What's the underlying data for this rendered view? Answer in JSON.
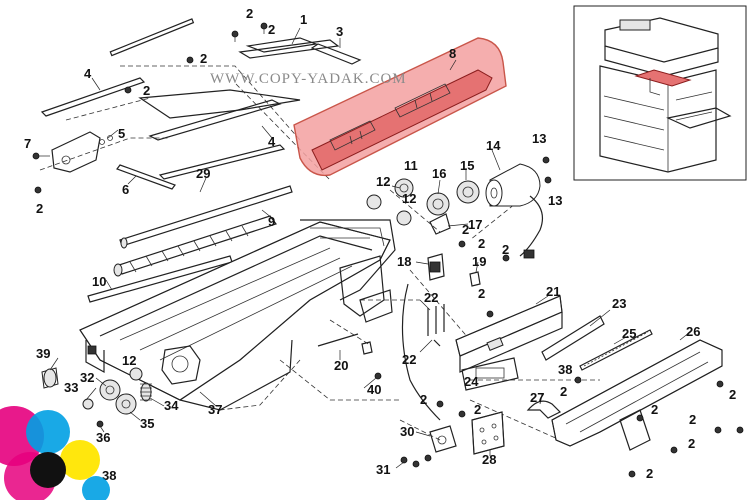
{
  "watermark": "WWW.COPY-YADAK.COM",
  "highlight_color": "#e05555",
  "logo_colors": [
    "#e6007e",
    "#00a0e3",
    "#ffe600",
    "#111111"
  ],
  "callouts": [
    {
      "id": "c1",
      "text": "1"
    },
    {
      "id": "c2a",
      "text": "2"
    },
    {
      "id": "c2b",
      "text": "2"
    },
    {
      "id": "c2c",
      "text": "2"
    },
    {
      "id": "c2d",
      "text": "2"
    },
    {
      "id": "c2e",
      "text": "2"
    },
    {
      "id": "c2f",
      "text": "2"
    },
    {
      "id": "c2g",
      "text": "2"
    },
    {
      "id": "c2h",
      "text": "2"
    },
    {
      "id": "c2i",
      "text": "2"
    },
    {
      "id": "c2j",
      "text": "2"
    },
    {
      "id": "c2k",
      "text": "2"
    },
    {
      "id": "c2l",
      "text": "2"
    },
    {
      "id": "c2m",
      "text": "2"
    },
    {
      "id": "c2n",
      "text": "2"
    },
    {
      "id": "c2o",
      "text": "2"
    },
    {
      "id": "c2p",
      "text": "2"
    },
    {
      "id": "c2q",
      "text": "2"
    },
    {
      "id": "c3",
      "text": "3"
    },
    {
      "id": "c4a",
      "text": "4"
    },
    {
      "id": "c4b",
      "text": "4"
    },
    {
      "id": "c5",
      "text": "5"
    },
    {
      "id": "c6",
      "text": "6"
    },
    {
      "id": "c7",
      "text": "7"
    },
    {
      "id": "c8",
      "text": "8"
    },
    {
      "id": "c9",
      "text": "9"
    },
    {
      "id": "c10",
      "text": "10"
    },
    {
      "id": "c11",
      "text": "11"
    },
    {
      "id": "c12a",
      "text": "12"
    },
    {
      "id": "c12b",
      "text": "12"
    },
    {
      "id": "c12c",
      "text": "12"
    },
    {
      "id": "c13a",
      "text": "13"
    },
    {
      "id": "c13b",
      "text": "13"
    },
    {
      "id": "c14",
      "text": "14"
    },
    {
      "id": "c15",
      "text": "15"
    },
    {
      "id": "c16",
      "text": "16"
    },
    {
      "id": "c17",
      "text": "17"
    },
    {
      "id": "c18",
      "text": "18"
    },
    {
      "id": "c19",
      "text": "19"
    },
    {
      "id": "c20",
      "text": "20"
    },
    {
      "id": "c21",
      "text": "21"
    },
    {
      "id": "c22a",
      "text": "22"
    },
    {
      "id": "c22b",
      "text": "22"
    },
    {
      "id": "c23",
      "text": "23"
    },
    {
      "id": "c24",
      "text": "24"
    },
    {
      "id": "c25",
      "text": "25"
    },
    {
      "id": "c26",
      "text": "26"
    },
    {
      "id": "c27",
      "text": "27"
    },
    {
      "id": "c28",
      "text": "28"
    },
    {
      "id": "c29",
      "text": "29"
    },
    {
      "id": "c30",
      "text": "30"
    },
    {
      "id": "c31",
      "text": "31"
    },
    {
      "id": "c32",
      "text": "32"
    },
    {
      "id": "c33",
      "text": "33"
    },
    {
      "id": "c34",
      "text": "34"
    },
    {
      "id": "c35",
      "text": "35"
    },
    {
      "id": "c36",
      "text": "36"
    },
    {
      "id": "c37",
      "text": "37"
    },
    {
      "id": "c38a",
      "text": "38"
    },
    {
      "id": "c38b",
      "text": "38"
    },
    {
      "id": "c39",
      "text": "39"
    },
    {
      "id": "c40",
      "text": "40"
    }
  ]
}
